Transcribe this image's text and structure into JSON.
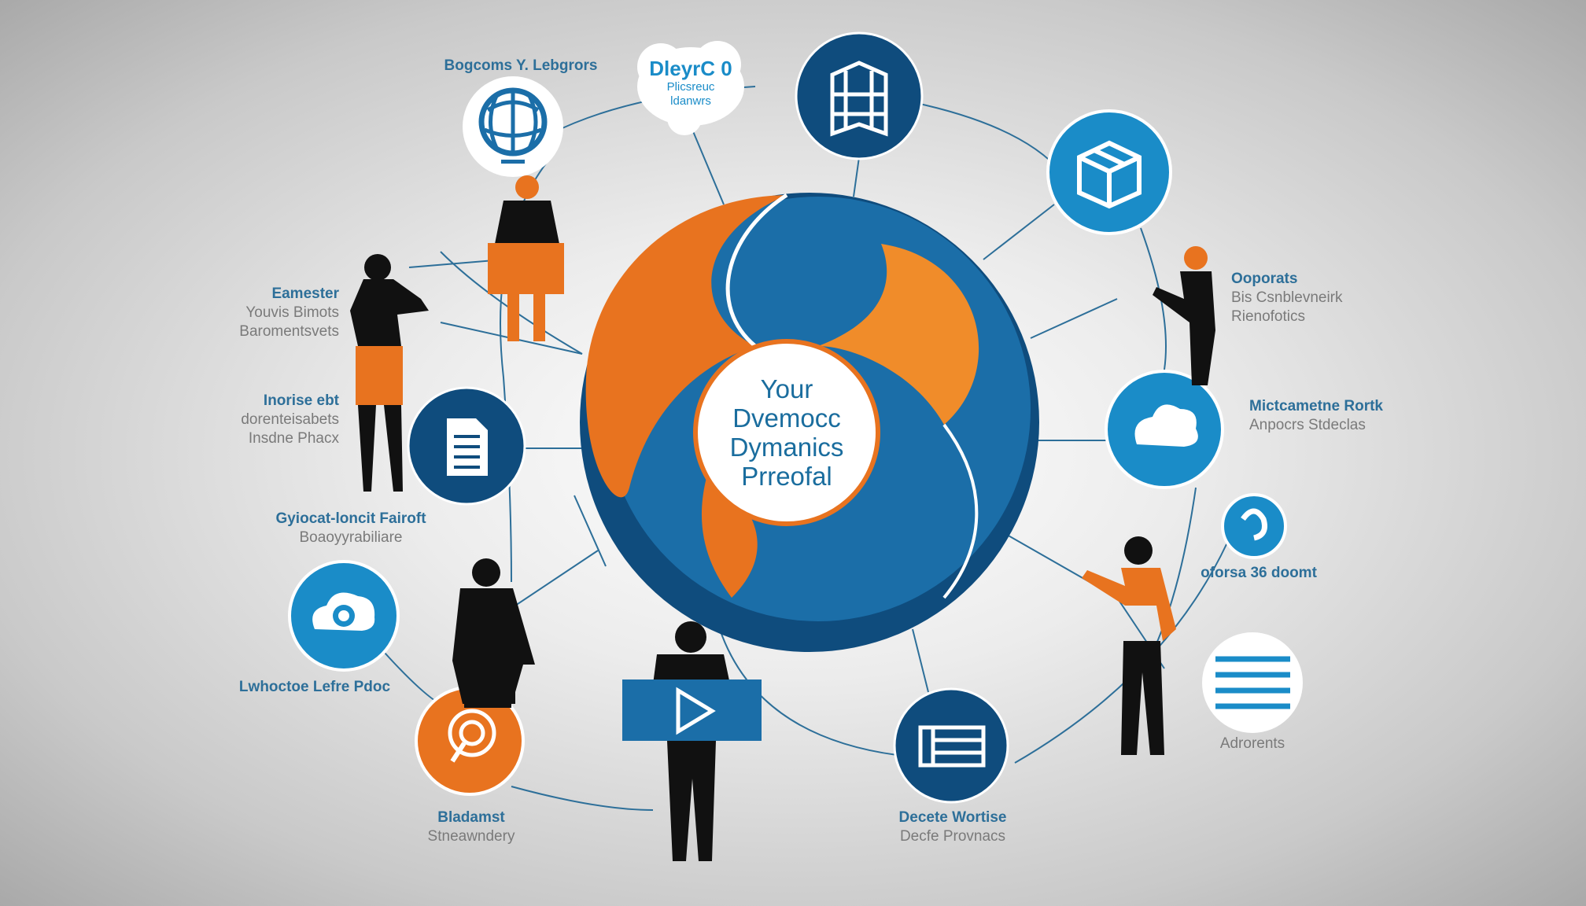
{
  "colors": {
    "dark_blue": "#0f4c7d",
    "light_blue": "#1a8cc8",
    "orange": "#e8731f",
    "line": "#2d6f99"
  },
  "center": {
    "lines": [
      "Your",
      "Dvemocc",
      "Dymanics",
      "Prreofal"
    ]
  },
  "cloud_bubble": {
    "title": "DleyrC 0",
    "line1": "Plicsreuc",
    "line2": "ldanwrs"
  },
  "labels": {
    "top_left": {
      "title": "Bogcoms Y. Lebgrors"
    },
    "left_1": {
      "title": "Eamester",
      "line1": "Youvis Bimots",
      "line2": "Baromentsvets"
    },
    "left_2": {
      "title": "Inorise ebt",
      "line1": "dorenteisabets",
      "line2": "Insdne Phacx"
    },
    "left_3": {
      "title": "Gyiocat-loncit Fairoft",
      "line1": "Boaoyyrabiliare"
    },
    "left_4": {
      "title": "Lwhoctoe Lefre Pdoc"
    },
    "bottom_left": {
      "title": "Bladamst",
      "line1": "Stneawndery"
    },
    "bottom_center": {
      "title": "Decete Wortise",
      "line1": "Decfe Provnacs"
    },
    "bottom_right": {
      "title": "Adrorents"
    },
    "right_1": {
      "title": "Ooporats",
      "line1": "Bis Csnblevneirk",
      "line2": "Rienofotics"
    },
    "right_2": {
      "title": "Mictcametne Rortk",
      "line1": "Anpocrs Stdeclas"
    },
    "right_3": {
      "title": "oforsa 36 doomt"
    }
  },
  "icons": [
    "globe-icon",
    "building-icon",
    "cube-icon",
    "cloud-icon",
    "refresh-icon",
    "list-icon",
    "document-icon",
    "target-icon",
    "play-icon"
  ]
}
